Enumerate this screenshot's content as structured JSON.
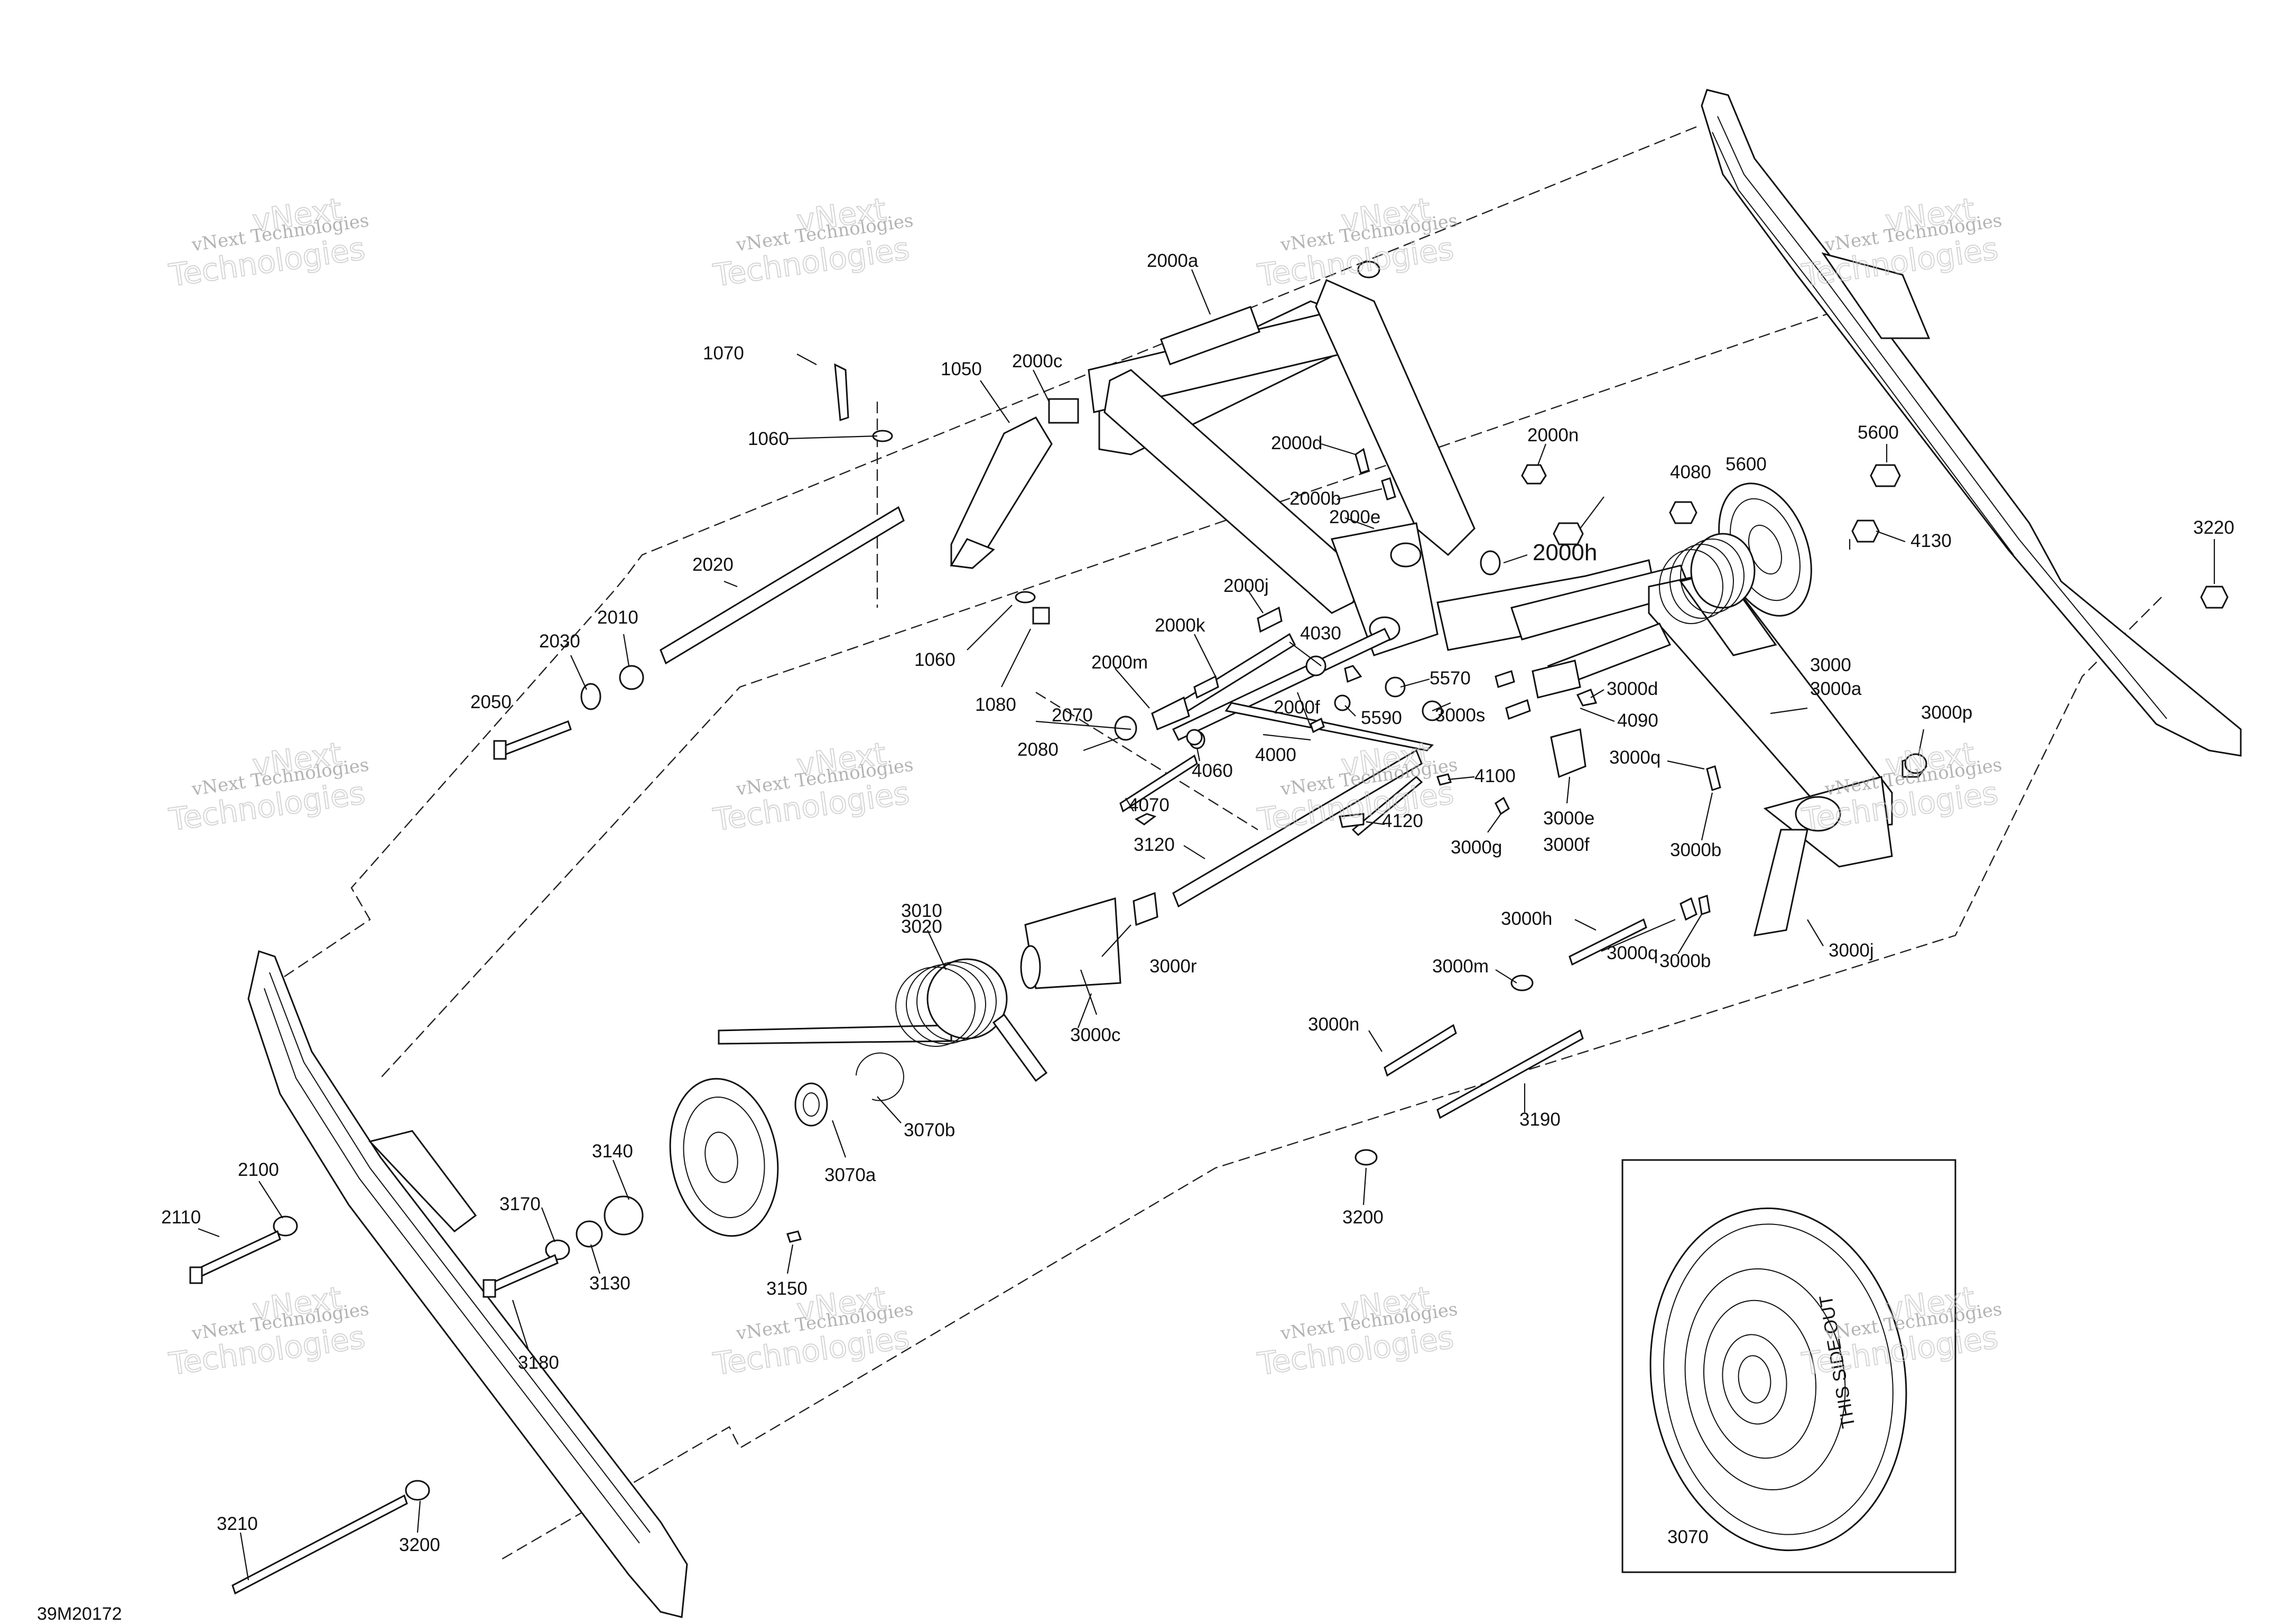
{
  "figure_id": "39M20172",
  "watermark": {
    "line1": "vNext Technologies",
    "line2": "vNext",
    "line3": "Technologies"
  },
  "inset": {
    "part_number": "3070",
    "wheel_text": "THIS SIDE OUT"
  },
  "callouts": [
    "1070",
    "1050",
    "2000c",
    "2000a",
    "1060",
    "2000d",
    "2000n",
    "5600",
    "2000b",
    "4080",
    "2000e",
    "2000h",
    "4130",
    "3220",
    "2020",
    "1060",
    "2000j",
    "2030",
    "2010",
    "2000k",
    "4030",
    "3000",
    "3000a",
    "2000m",
    "5570",
    "3000d",
    "1080",
    "2050",
    "2070",
    "2000f",
    "5590",
    "3000s",
    "4090",
    "3000p",
    "2080",
    "4000",
    "4060",
    "3000q",
    "4100",
    "4070",
    "3000e",
    "3000f",
    "4120",
    "3000g",
    "3000b",
    "3120",
    "3000h",
    "3010",
    "3020",
    "3000q",
    "3000b",
    "3000j",
    "3000r",
    "3000m",
    "3000c",
    "3000n",
    "3070b",
    "3190",
    "3070a",
    "3140",
    "2100",
    "3170",
    "2110",
    "3130",
    "3150",
    "3200",
    "3180",
    "3210",
    "3200"
  ]
}
